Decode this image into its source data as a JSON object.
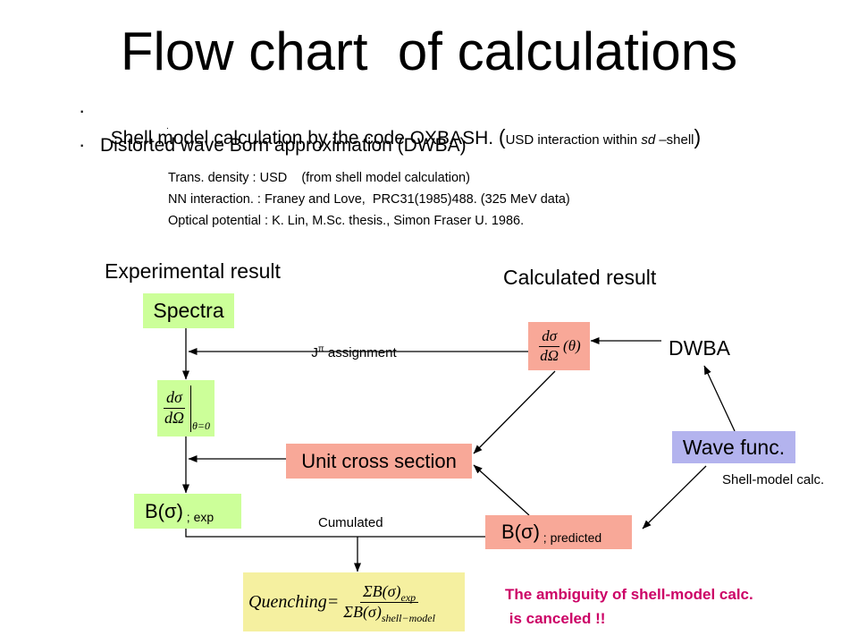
{
  "title": "Flow chart  of calculations",
  "bullets": {
    "marker": "·",
    "shell_model": {
      "text": "Shell model calculation by the code OXBASH. ",
      "paren_open": "(",
      "note_a": "USD interaction within ",
      "note_sd": "sd",
      "note_b": " –shell",
      "paren_close": ")"
    },
    "stray_dot": ".",
    "dwba": "Distorted wave Born approximation (DWBA)"
  },
  "details": [
    "Trans. density : USD    (from shell model calculation)",
    "NN interaction. : Franey and Love,  PRC31(1985)488. (325 MeV data)",
    "Optical potential : K. Lin, M.Sc. thesis., Simon Fraser U. 1986."
  ],
  "headings": {
    "experimental": "Experimental result",
    "calculated": "Calculated result"
  },
  "nodes": {
    "spectra": "Spectra",
    "b_sigma": "B(σ)",
    "exp_suffix": " ; exp",
    "predicted_suffix": " ; predicted",
    "unit_cross_section": "Unit cross section",
    "wave_func": "Wave func.",
    "dwba": "DWBA"
  },
  "edge_labels": {
    "j": "J",
    "pi": "π",
    "assignment": " assignment",
    "cumulated": "Cumulated",
    "shell_model_calc": "Shell-model calc."
  },
  "equations": {
    "d_sigma": "dσ",
    "d_omega": "dΩ",
    "theta_arg": "(θ)",
    "theta_zero": "θ=0",
    "quenching_lhs": "Quenching=",
    "sum_b": "ΣB(σ)",
    "sub_exp": "exp",
    "sub_shell": "shell−model"
  },
  "note": [
    "The ambiguity of shell-model calc.",
    " is canceled !!"
  ],
  "colors": {
    "experimental_box": "#ccff99",
    "calculated_box": "#f8a898",
    "wave_box": "#b3b3ee",
    "quenching_box": "#f5f0a0",
    "note_text": "#cc0066",
    "arrow": "#000000"
  }
}
